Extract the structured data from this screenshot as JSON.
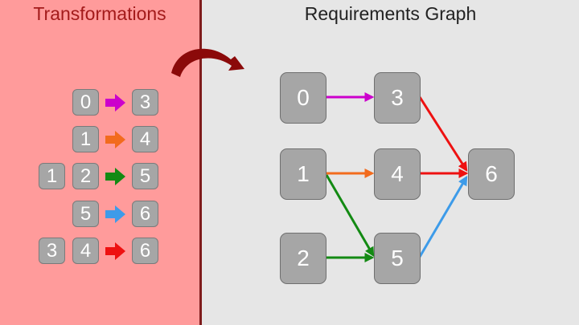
{
  "left_panel": {
    "title": "Transformations"
  },
  "right_panel": {
    "title": "Requirements Graph"
  },
  "transformations": [
    {
      "inputs": [
        "0"
      ],
      "output": "3",
      "color": "#cc00cc"
    },
    {
      "inputs": [
        "1"
      ],
      "output": "4",
      "color": "#f26b1d"
    },
    {
      "inputs": [
        "1",
        "2"
      ],
      "output": "5",
      "color": "#138a13"
    },
    {
      "inputs": [
        "5"
      ],
      "output": "6",
      "color": "#3d9be9"
    },
    {
      "inputs": [
        "3",
        "4"
      ],
      "output": "6",
      "color": "#ee1111"
    }
  ],
  "graph": {
    "nodes": [
      "0",
      "1",
      "2",
      "3",
      "4",
      "5",
      "6"
    ],
    "edges": [
      {
        "from": "0",
        "to": "3",
        "color": "#cc00cc"
      },
      {
        "from": "1",
        "to": "4",
        "color": "#f26b1d"
      },
      {
        "from": "1",
        "to": "5",
        "color": "#138a13"
      },
      {
        "from": "2",
        "to": "5",
        "color": "#138a13"
      },
      {
        "from": "3",
        "to": "6",
        "color": "#ee1111"
      },
      {
        "from": "4",
        "to": "6",
        "color": "#ee1111"
      },
      {
        "from": "5",
        "to": "6",
        "color": "#3d9be9"
      }
    ]
  },
  "curved_arrow": {
    "color": "#8b0a0a"
  }
}
